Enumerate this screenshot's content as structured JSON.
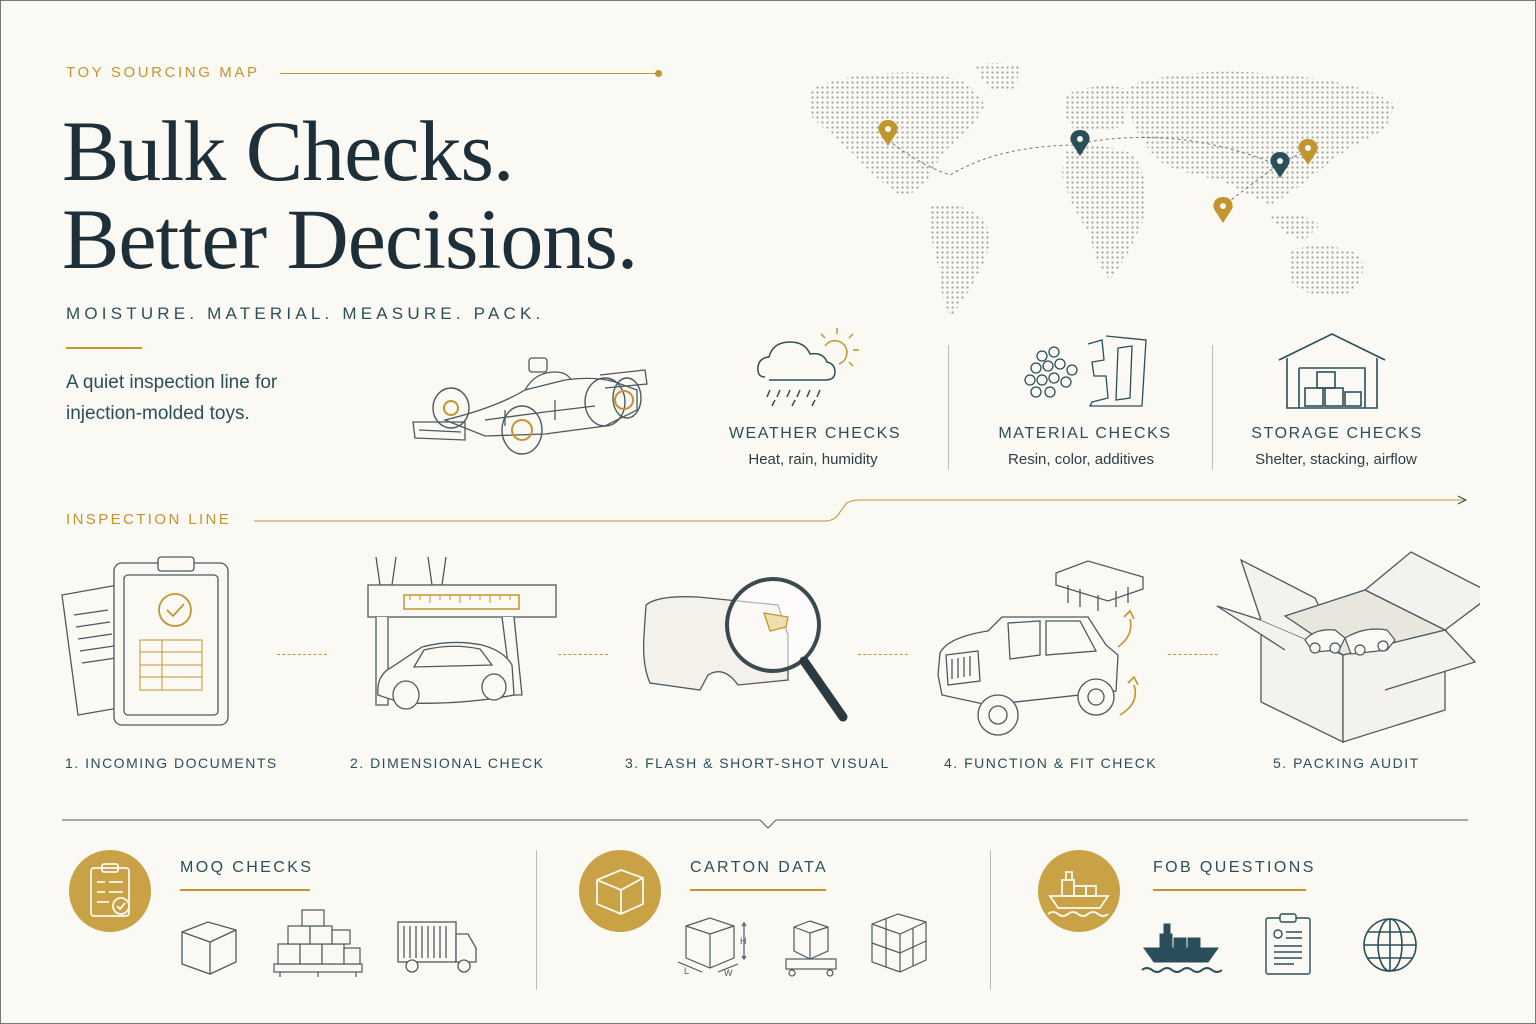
{
  "header": {
    "eyebrow": "TOY SOURCING MAP",
    "headline_line1": "Bulk Checks.",
    "headline_line2": "Better Decisions.",
    "tagline": "MOISTURE. MATERIAL. MEASURE. PACK.",
    "description_line1": "A quiet inspection line for",
    "description_line2": "injection-molded toys."
  },
  "features": [
    {
      "title": "WEATHER CHECKS",
      "subtitle": "Heat, rain, humidity",
      "icon": "weather-icon"
    },
    {
      "title": "MATERIAL CHECKS",
      "subtitle": "Resin, color, additives",
      "icon": "resin-pellets-icon"
    },
    {
      "title": "STORAGE CHECKS",
      "subtitle": "Shelter, stacking, airflow",
      "icon": "warehouse-icon"
    }
  ],
  "inspection_line": {
    "label": "INSPECTION LINE",
    "steps": [
      {
        "label": "1. INCOMING DOCUMENTS",
        "icon": "clipboard-documents-icon"
      },
      {
        "label": "2. DIMENSIONAL CHECK",
        "icon": "caliper-car-icon"
      },
      {
        "label": "3. FLASH & SHORT-SHOT VISUAL",
        "icon": "magnifier-part-icon"
      },
      {
        "label": "4. FUNCTION & FIT CHECK",
        "icon": "jeep-fit-icon"
      },
      {
        "label": "5. PACKING AUDIT",
        "icon": "open-carton-icon"
      }
    ]
  },
  "categories": [
    {
      "title": "MOQ CHECKS",
      "icon": "clipboard-check-icon",
      "sub_icons": [
        "box-icon",
        "pallet-boxes-icon",
        "truck-icon"
      ]
    },
    {
      "title": "CARTON DATA",
      "icon": "carton-icon",
      "sub_icons": [
        "carton-dimensions-icon",
        "scale-box-icon",
        "carton-stack-icon"
      ]
    },
    {
      "title": "FOB QUESTIONS",
      "icon": "cargo-ship-icon",
      "sub_icons": [
        "ship-icon",
        "document-icon",
        "globe-icon"
      ]
    }
  ],
  "map": {
    "pins": [
      "pin-americas",
      "pin-europe",
      "pin-china",
      "pin-korea",
      "pin-india"
    ]
  },
  "colors": {
    "accent_gold": "#c3952f",
    "ink_teal": "#2b4f5a",
    "background": "#fbf9f3"
  }
}
